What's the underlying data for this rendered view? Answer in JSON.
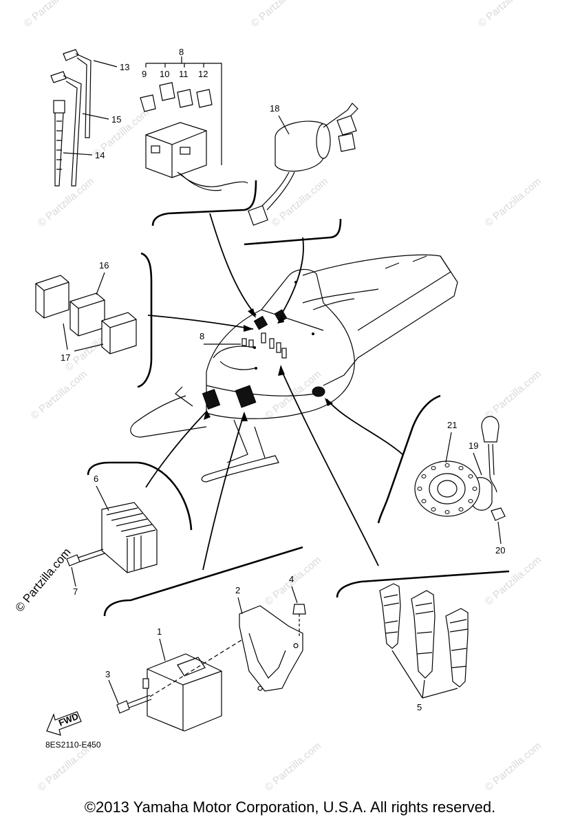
{
  "diagram": {
    "code": "8ES2110-E450",
    "fwd_label": "FWD",
    "copyright": "©2013 Yamaha Motor Corporation, U.S.A. All rights reserved.",
    "watermarks": [
      "© Partzilla.com",
      "© Partzilla.com",
      "© Partzilla.com",
      "© Partzilla.com",
      "© Partzilla.com",
      "© Partzilla.com",
      "© Partzilla.com",
      "© Partzilla.com",
      "© Partzilla.com",
      "© Partzilla.com",
      "© Partzilla.com",
      "© Partzilla.com",
      "© Partzilla.com",
      "© Partzilla.com",
      "© Partzilla.com",
      "© Partzilla.com"
    ],
    "big_watermark": "© Partzilla.com",
    "callouts": {
      "c1": "1",
      "c2": "2",
      "c3": "3",
      "c4": "4",
      "c5": "5",
      "c6": "6",
      "c7": "7",
      "c8a": "8",
      "c8b": "8",
      "c9": "9",
      "c10": "10",
      "c11": "11",
      "c12": "12",
      "c13": "13",
      "c14": "14",
      "c15": "15",
      "c16": "16",
      "c17": "17",
      "c18": "18",
      "c19": "19",
      "c20": "20",
      "c21": "21"
    }
  }
}
